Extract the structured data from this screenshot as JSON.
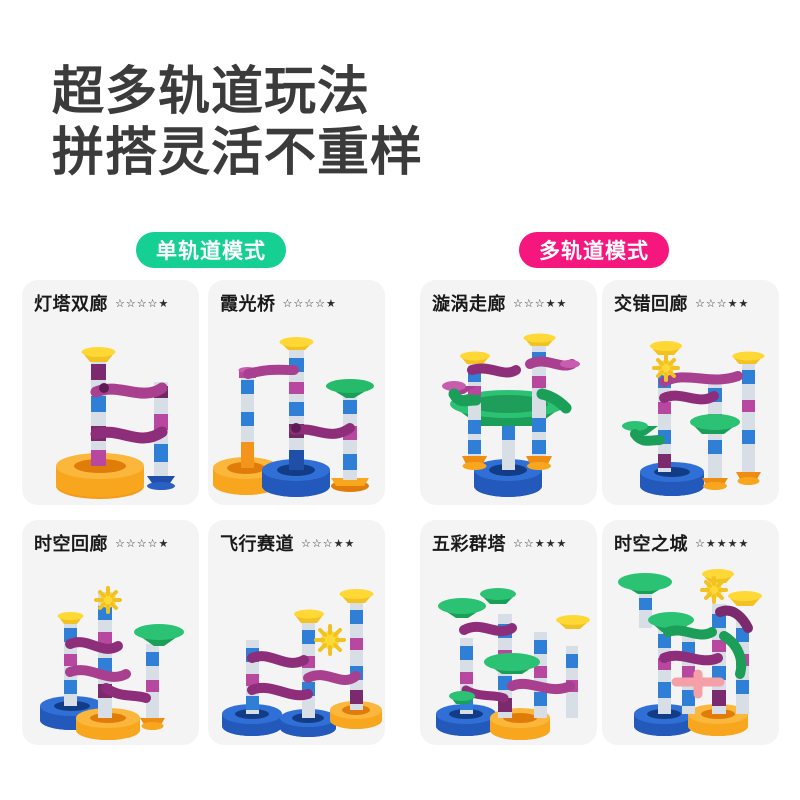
{
  "headline": {
    "line1": "超多轨道玩法",
    "line2": "拼搭灵活不重样"
  },
  "badges": {
    "single": "单轨道模式",
    "multi": "多轨道模式"
  },
  "colors": {
    "headline_text": "#3b3b3b",
    "badge_single_bg": "#16cf92",
    "badge_multi_bg": "#f5167e",
    "badge_text": "#ffffff",
    "card_bg": "#f4f4f4",
    "page_bg": "#ffffff",
    "star_filled": "#2b2b2b",
    "star_empty": "#2b2b2b"
  },
  "star_glyphs": {
    "filled": "★",
    "empty": "☆"
  },
  "cards": [
    {
      "title": "灯塔双廊",
      "stars_total": 5,
      "stars_filled": 1,
      "group": "single"
    },
    {
      "title": "霞光桥",
      "stars_total": 5,
      "stars_filled": 1,
      "group": "single"
    },
    {
      "title": "漩涡走廊",
      "stars_total": 5,
      "stars_filled": 2,
      "group": "multi"
    },
    {
      "title": "交错回廊",
      "stars_total": 5,
      "stars_filled": 2,
      "group": "multi"
    },
    {
      "title": "时空回廊",
      "stars_total": 5,
      "stars_filled": 1,
      "group": "single"
    },
    {
      "title": "飞行赛道",
      "stars_total": 5,
      "stars_filled": 2,
      "group": "single"
    },
    {
      "title": "五彩群塔",
      "stars_total": 5,
      "stars_filled": 3,
      "group": "multi"
    },
    {
      "title": "时空之城",
      "stars_total": 5,
      "stars_filled": 4,
      "group": "multi"
    }
  ]
}
